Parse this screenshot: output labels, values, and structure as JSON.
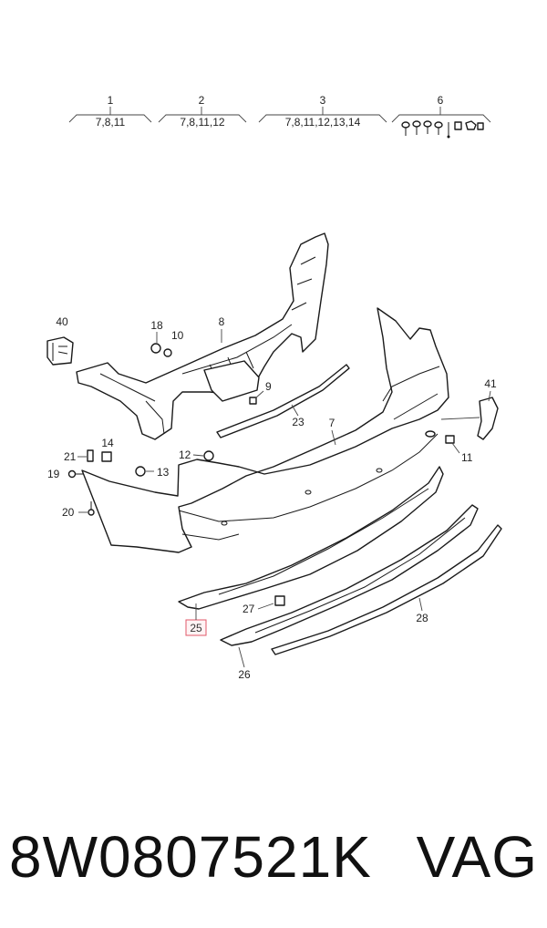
{
  "kits": [
    {
      "number": "1",
      "contents": "7,8,11"
    },
    {
      "number": "2",
      "contents": "7,8,11,12"
    },
    {
      "number": "3",
      "contents": "7,8,11,12,13,14"
    },
    {
      "number": "6",
      "contents": ""
    }
  ],
  "callouts": {
    "c40": "40",
    "c18": "18",
    "c10": "10",
    "c8": "8",
    "c9": "9",
    "c23": "23",
    "c7": "7",
    "c41": "41",
    "c11": "11",
    "c14": "14",
    "c21": "21",
    "c12": "12",
    "c13": "13",
    "c19": "19",
    "c20": "20",
    "c27": "27",
    "c28": "28",
    "c26": "26"
  },
  "highlight": {
    "number": "25",
    "color": "#e05a6a"
  },
  "footer": {
    "part_number": "8W0807521K",
    "brand": "VAG"
  }
}
